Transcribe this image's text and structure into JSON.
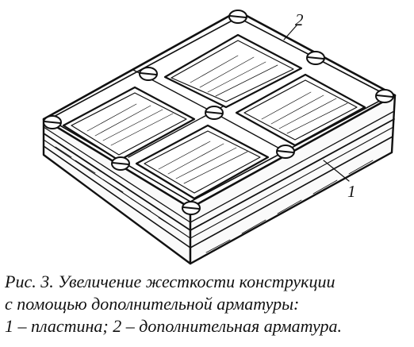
{
  "diagram": {
    "callouts": [
      {
        "id": "plate",
        "text": "1"
      },
      {
        "id": "reinforcement",
        "text": "2"
      }
    ]
  },
  "caption": {
    "line1": "Рис. 3. Увеличение жесткости конструкции",
    "line2": "с помощью дополнительной арматуры:",
    "line3": "1 – пластина; 2 – дополнительная арматура."
  }
}
